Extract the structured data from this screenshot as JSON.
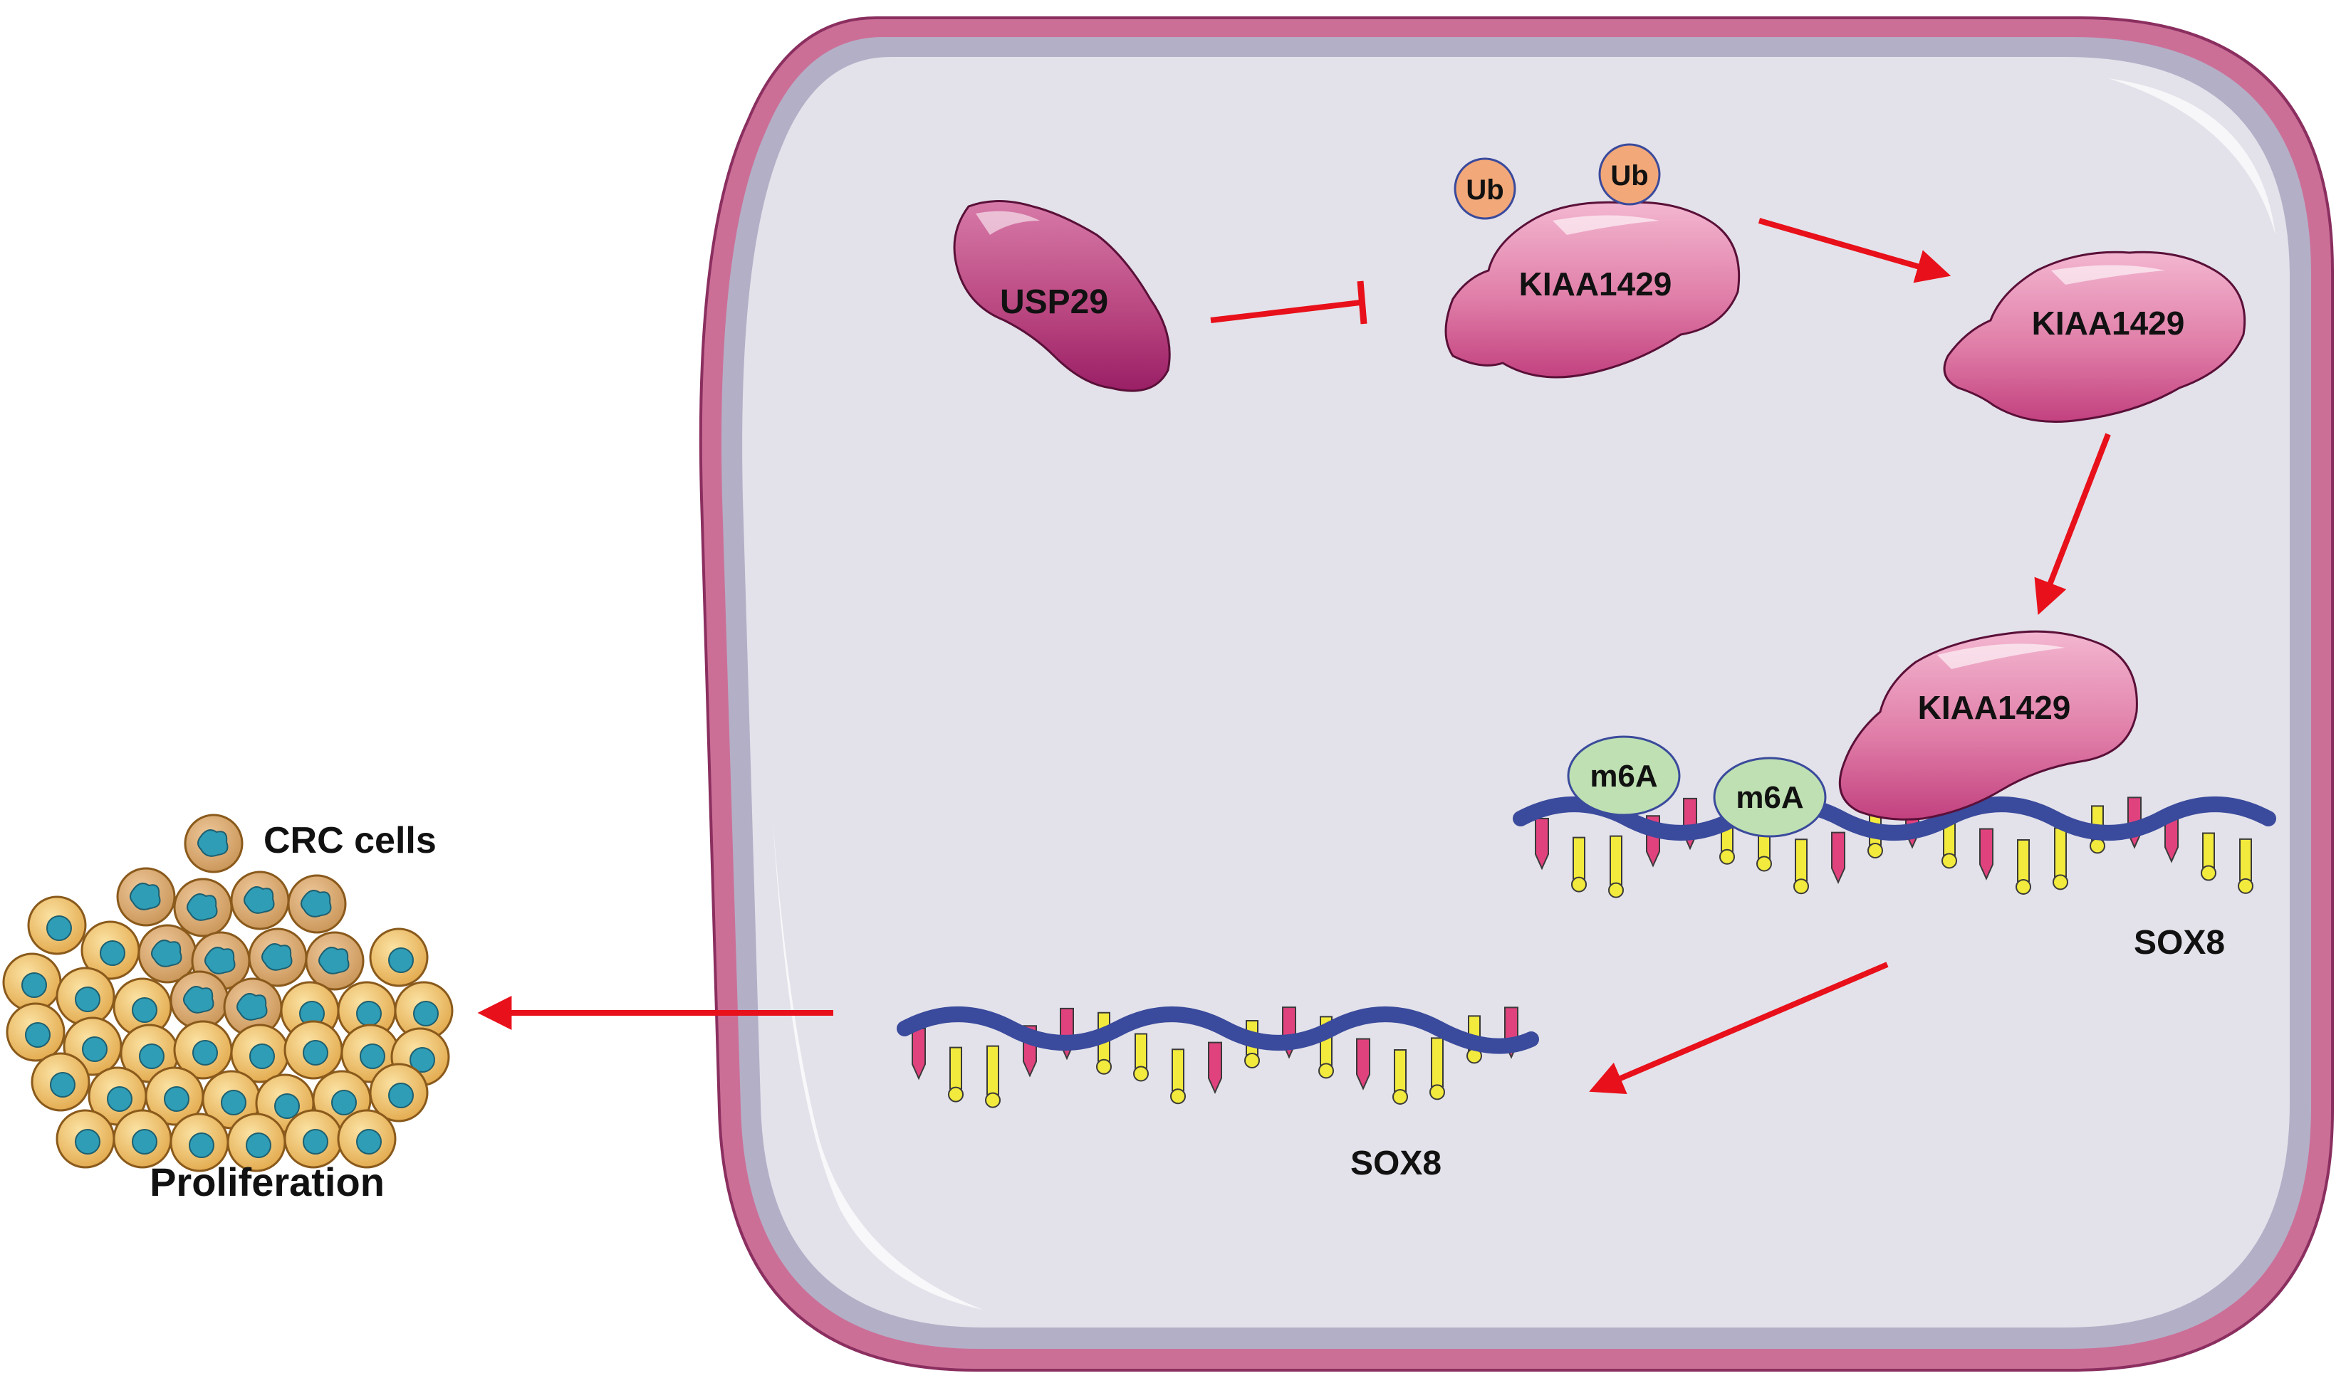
{
  "labels": {
    "usp29": "USP29",
    "kiaa_ub": "KIAA1429",
    "kiaa_free": "KIAA1429",
    "kiaa_bound": "KIAA1429",
    "ub_1": "Ub",
    "ub_2": "Ub",
    "m6a_1": "m6A",
    "m6a_2": "m6A",
    "sox8_methylated": "SOX8",
    "sox8_released": "SOX8",
    "crc_cells": "CRC cells",
    "proliferation": "Proliferation"
  },
  "colors": {
    "cell_membrane_outer": "#cc6f97",
    "cell_membrane_inner": "#b3afc7",
    "cytoplasm": "#e3e2ea",
    "usp29_protein": "#b8457f",
    "kiaa1429_protein": "#e07ea8",
    "ubiquitin": "#f2a878",
    "m6a_mark": "#bfe0b2",
    "rna_backbone": "#3a4a9c",
    "rna_base_magenta": "#e0427e",
    "rna_base_yellow": "#f2ea3c",
    "arrow": "#e8101a",
    "crc_cell_body": "#f0c46a",
    "crc_nucleus": "#2f9db6"
  },
  "icons": {
    "inhibition": "inhibition-bar-icon",
    "activation": "arrow-icon"
  }
}
